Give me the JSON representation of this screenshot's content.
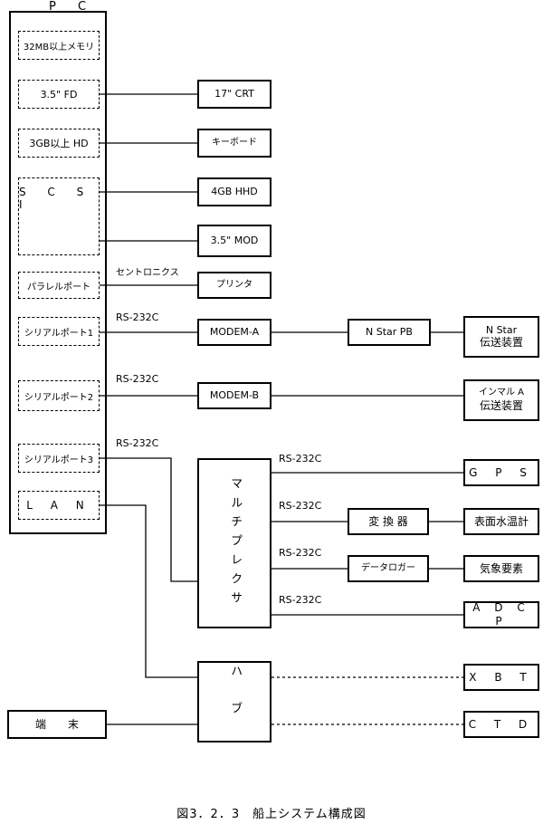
{
  "pc": {
    "title": "P C",
    "slots": {
      "memory": "32MB以上メモリ",
      "fd": "3.5\" FD",
      "hd": "3GB以上 HD",
      "scsi": "S C S I",
      "parallel": "パラレルポート",
      "serial1": "シリアルポート1",
      "serial2": "シリアルポート2",
      "serial3": "シリアルポート3",
      "lan": "L A N"
    }
  },
  "peripherals": {
    "crt": "17\" CRT",
    "keyboard": "キーボード",
    "hhd": "4GB HHD",
    "mod": "3.5\" MOD",
    "printer": "プリンタ",
    "modem_a": "MODEM-A",
    "modem_b": "MODEM-B",
    "nstar_pb": "N Star PB",
    "nstar_line1": "N  Star",
    "nstar_line2": "伝送装置",
    "inmarsat_line1": "インマル A",
    "inmarsat_line2": "伝送装置",
    "multiplexer": "マルチプレクサ",
    "converter": "変 換 器",
    "datalogger": "データロガー",
    "gps": "G P S",
    "sst": "表面水温計",
    "weather": "気象要素",
    "adcp": "A D C P",
    "hub": "ハブ",
    "xbt": "X B T",
    "ctd": "C T D",
    "terminal": "端　　末"
  },
  "line_labels": {
    "centronics": "セントロニクス",
    "rs232c": "RS-232C"
  },
  "caption": "図3．2．3　船上システム構成図"
}
